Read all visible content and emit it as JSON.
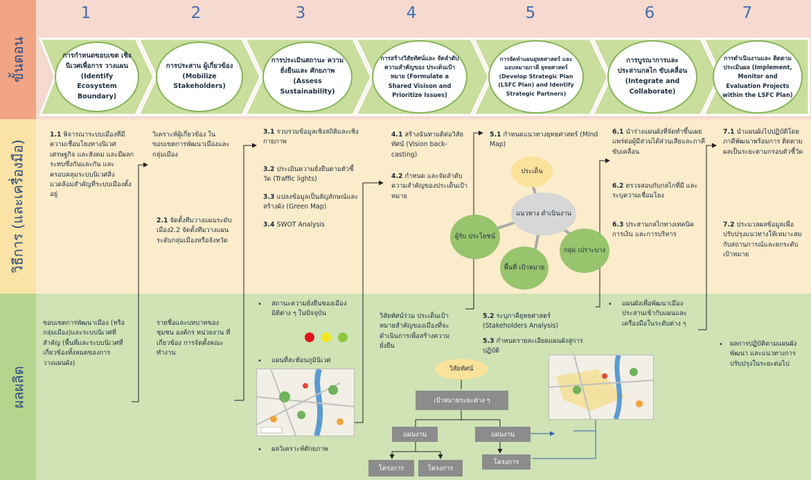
{
  "row_labels": {
    "steps": "ขั้นตอน",
    "methods": "วิธีการ (และเครื่องมือ)",
    "outputs": "ผลผลิต"
  },
  "steps": [
    {
      "num": "1",
      "label": "การกำหนดขอบเขต เชิงนิเวศเพื่อการ วางแผน (Identify Ecosystem Boundary)"
    },
    {
      "num": "2",
      "label": "การประสาน ผู้เกี่ยวข้อง (Mobilize Stakeholders)"
    },
    {
      "num": "3",
      "label": "การประเมินสถานะ ความยั่งยืนและ ศักยภาพ (Assess Sustainability)"
    },
    {
      "num": "4",
      "label": "การสร้างวิสัยทัศน์และ จัดลำดับความสำคัญของ ประเด็นเป้าหมาย (Formulate a Shared Visison and Prioritize Issues)"
    },
    {
      "num": "5",
      "label": "การจัดทำแผนยุทธศาสตร์ และมอบหมายภาคี ยุทธศาสตร์ (Develop Strategic Plan (LSFC Plan) and Identify Strategic Partners)"
    },
    {
      "num": "6",
      "label": "การบูรณาการและ ประสานกลไก ขับเคลื่อน (Integrate and Collaborate)"
    },
    {
      "num": "7",
      "label": "การดำเนินงานและ ติดตามประเมินผล (Implement, Monitor and Evaluation Projects within the LSFC Plan)"
    }
  ],
  "methods": {
    "m1": {
      "n": "1.1",
      "t": "พิจารณาระบบเมืองที่มีความเชื่อมโยงทางนิเวศ เศรษฐกิจ และสังคม และมีผลกระทบซึ่งกันและกัน และครอบคลุมระบบนิเวศสิ่งแวดล้อมสำคัญที่ระบบเมืองตั้งอยู่"
    },
    "m2a": "วิเคราะห์ผู้เกี่ยวข้อง ในขอบเขตการพัฒนาเมืองและกลุ่มเมือง",
    "m2b": {
      "n": "2.1",
      "t": "จัดตั้งทีมวางแผนระดับเมือง2.2 จัดตั้งทีมวางแผนระดับกลุ่มเมืองหรือจังหวัด"
    },
    "m3": [
      {
        "n": "3.1",
        "t": "รวบรวมข้อมูลเชิงสถิติและเชิงกายภาพ"
      },
      {
        "n": "3.2",
        "t": "ประเมินความยั่งยืนตามตัวชี้วัด (Traffic lights)"
      },
      {
        "n": "3.3",
        "t": "แปลงข้อมูลเป็นสัญลักษณ์และสร้างผัง (Green Map)"
      },
      {
        "n": "3.4",
        "t": "SWOT Analysis"
      }
    ],
    "m4": [
      {
        "n": "4.1",
        "t": "สร้างฉันทามติต่อวิสัยทัศน์ (Vision back-casting)"
      },
      {
        "n": "4.2",
        "t": "กำหนด และจัดลำดับความสำคัญของประเด็นเป้าหมาย"
      }
    ],
    "m5": {
      "n": "5.1",
      "t": "กำหนดแนวทางยุทธศาสตร์ (Mind Map)"
    },
    "mindmap": {
      "center": "แนวทาง ดำเนินงาน",
      "top": "ประเด็น",
      "left": "ผู้รับ ประโยชน์",
      "right": "กลุ่ม เปราะบาง",
      "bottom": "พื้นที่ เป้าหมาย"
    },
    "m6": [
      {
        "n": "6.1",
        "t": "นำร่างแผนผังที่จัดทำขึ้นเผยแพร่ต่อผู้มีส่วนได้ส่วนเสียและภาคีขับเคลื่อน"
      },
      {
        "n": "6.2",
        "t": "ตรวจสอบกับกลไกที่มี และระบุความเชื่อมโยง"
      },
      {
        "n": "6.3",
        "t": "ประสานกลไกทางเทคนิค การเงิน และการบริหาร"
      }
    ],
    "m7": [
      {
        "n": "7.1",
        "t": "นำแผนผังไปปฏิบัติโดยภาคีพัฒนาพร้อมการ ติดตามผลเป็นระยะตามกรอบตัวชี้วัด"
      },
      {
        "n": "7.2",
        "t": "ประมวลผลข้อมูลเพื่อปรับปรุงแนวทางให้เหมาะสมกับสถานการณ์และยกระดับเป้าหมาย"
      }
    ]
  },
  "outputs": {
    "o1": "ขอบเขตการพัฒนาเมือง (หรือกลุ่มเมือง)และระบบนิเวศที่สำคัญ (พื้นที่และระบบนิเวศที่เกี่ยวข้องทั้งหมดของการวางแผนผัง)",
    "o2": "รายชื่อและบทบาทของชุมชน องค์กร หน่วยงาน ที่เกี่ยวข้อง การจัดตั้งคณะทำงาน",
    "o3a": "สถานะความยั่งยืนของเมืองมิติต่าง ๆ ในปัจจุบัน",
    "o3b": "แผนที่สะท้อนภูมินิเวศ",
    "o3c": "ผลวิเคราะห์ศักยภาพ",
    "traffic_colors": [
      "#e3141b",
      "#f3e61b",
      "#8dc63f"
    ],
    "o4": "วิสัยทัศน์ร่วม ประเด็นเป้าหมายสำคัญของเมืองที่จะดำเนินการเพื่อสร้างความยั่งยืน",
    "o5": [
      {
        "n": "5.2",
        "t": "ระบุภาคียุทธศาสตร์ (Stakeholders Analysis)"
      },
      {
        "n": "5.3",
        "t": "กำหนดรายละเอียดแผนผังสู่การปฏิบัติ"
      }
    ],
    "o6": "แผนผังเพื่อพัฒนาเมืองประสานเข้ากับแผนและเครื่องมือในระดับต่าง ๆ",
    "o7": "ผลการปฏิบัติตามแผนผังพัฒนา และแนวทางการปรับปรุงในระยะต่อไป",
    "tree": {
      "vision": "วิสัยทัศน์",
      "goals": "เป้าหมายระยะต่าง ๆ",
      "plan_a": "แผนงาน",
      "plan_b": "แผนงาน",
      "proj_a": "โครงการ",
      "proj_b": "โครงการ",
      "proj_c": "โครงการ"
    }
  },
  "colors": {
    "chevron": "#c9de9d",
    "chevron_edge": "#7ea94a",
    "mind_center": "#d7d7d7",
    "mind_top": "#fbe29a",
    "mind_green": "#97c46c",
    "tree_box": "#8c8c8c",
    "vision": "#fbe29a"
  }
}
